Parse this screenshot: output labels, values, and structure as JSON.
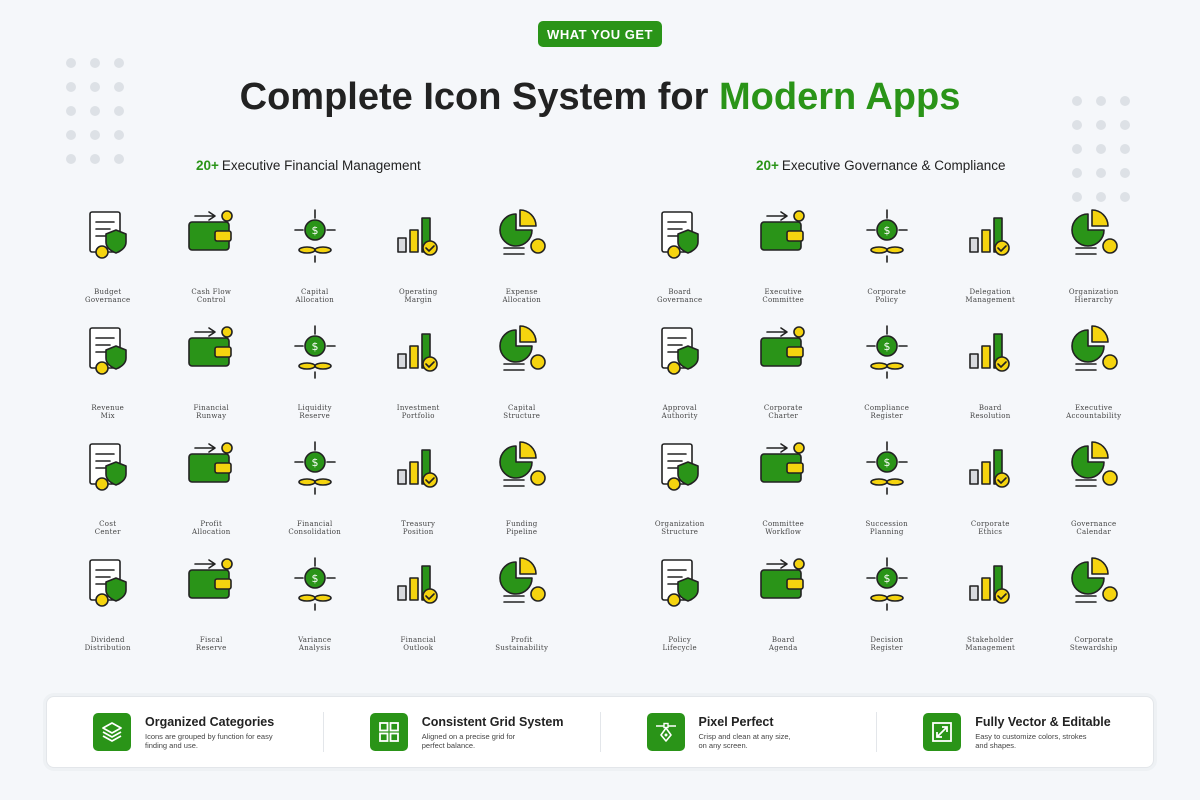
{
  "badge": "WHAT YOU GET",
  "title": {
    "main": "Complete Icon System for ",
    "accent": "Modern Apps"
  },
  "sections": [
    {
      "num": "20+",
      "title": "Executive Financial Management"
    },
    {
      "num": "20+",
      "title": "Executive Governance & Compliance"
    }
  ],
  "financial_icons": [
    {
      "line1": "Budget",
      "line2": "Governance",
      "icon": "budget-document-shield-icon"
    },
    {
      "line1": "Cash Flow",
      "line2": "Control",
      "icon": "wallet-arrows-icon"
    },
    {
      "line1": "Capital",
      "line2": "Allocation",
      "icon": "coins-arrows-icon"
    },
    {
      "line1": "Operating",
      "line2": "Margin",
      "icon": "bar-chart-badge-icon"
    },
    {
      "line1": "Expense",
      "line2": "Allocation",
      "icon": "pie-chart-list-icon"
    },
    {
      "line1": "Revenue",
      "line2": "Mix",
      "icon": "bars-pie-icon"
    },
    {
      "line1": "Financial",
      "line2": "Runway",
      "icon": "runway-dollar-icon"
    },
    {
      "line1": "Liquidity",
      "line2": "Reserve",
      "icon": "safe-drop-icon"
    },
    {
      "line1": "Investment",
      "line2": "Portfolio",
      "icon": "briefcase-chart-icon"
    },
    {
      "line1": "Capital",
      "line2": "Structure",
      "icon": "bank-building-icon"
    },
    {
      "line1": "Cost",
      "line2": "Center",
      "icon": "building-coin-icon"
    },
    {
      "line1": "Profit",
      "line2": "Allocation",
      "icon": "money-bag-people-icon"
    },
    {
      "line1": "Financial",
      "line2": "Consolidation",
      "icon": "documents-merge-icon"
    },
    {
      "line1": "Treasury",
      "line2": "Position",
      "icon": "safe-gauge-icon"
    },
    {
      "line1": "Funding",
      "line2": "Pipeline",
      "icon": "pipe-safe-icon"
    },
    {
      "line1": "Dividend",
      "line2": "Distribution",
      "icon": "money-bag-coins-icon"
    },
    {
      "line1": "Fiscal",
      "line2": "Reserve",
      "icon": "vault-star-icon"
    },
    {
      "line1": "Variance",
      "line2": "Analysis",
      "icon": "charts-magnifier-icon"
    },
    {
      "line1": "Financial",
      "line2": "Outlook",
      "icon": "browser-chart-icon"
    },
    {
      "line1": "Profit",
      "line2": "Sustainability",
      "icon": "coin-leaf-icon"
    }
  ],
  "governance_icons": [
    {
      "line1": "Board",
      "line2": "Governance",
      "icon": "board-table-icon"
    },
    {
      "line1": "Executive",
      "line2": "Committee",
      "icon": "committee-table-icon"
    },
    {
      "line1": "Corporate",
      "line2": "Policy",
      "icon": "policy-document-icon"
    },
    {
      "line1": "Delegation",
      "line2": "Management",
      "icon": "delegation-people-icon"
    },
    {
      "line1": "Organization",
      "line2": "Hierarchy",
      "icon": "hierarchy-people-icon"
    },
    {
      "line1": "Approval",
      "line2": "Authority",
      "icon": "document-shield-check-icon"
    },
    {
      "line1": "Corporate",
      "line2": "Charter",
      "icon": "charter-seal-icon"
    },
    {
      "line1": "Compliance",
      "line2": "Register",
      "icon": "cabinet-shield-icon"
    },
    {
      "line1": "Board",
      "line2": "Resolution",
      "icon": "resolution-document-icon"
    },
    {
      "line1": "Executive",
      "line2": "Accountability",
      "icon": "person-shield-magnifier-icon"
    },
    {
      "line1": "Organization",
      "line2": "Structure",
      "icon": "org-chart-icon"
    },
    {
      "line1": "Committee",
      "line2": "Workflow",
      "icon": "workflow-board-icon"
    },
    {
      "line1": "Succession",
      "line2": "Planning",
      "icon": "chair-successor-icon"
    },
    {
      "line1": "Corporate",
      "line2": "Ethics",
      "icon": "scales-shield-icon"
    },
    {
      "line1": "Governance",
      "line2": "Calendar",
      "icon": "calendar-bank-icon"
    },
    {
      "line1": "Policy",
      "line2": "Lifecycle",
      "icon": "document-cycle-icon"
    },
    {
      "line1": "Board",
      "line2": "Agenda",
      "icon": "clipboard-star-icon"
    },
    {
      "line1": "Decision",
      "line2": "Register",
      "icon": "binders-seal-icon"
    },
    {
      "line1": "Stakeholder",
      "line2": "Management",
      "icon": "stakeholders-eye-icon"
    },
    {
      "line1": "Corporate",
      "line2": "Stewardship",
      "icon": "building-shield-icon"
    }
  ],
  "features": [
    {
      "title": "Organized Categories",
      "desc1": "Icons are grouped by function for easy",
      "desc2": "finding and use.",
      "icon": "layers-icon"
    },
    {
      "title": "Consistent Grid System",
      "desc1": "Aligned on a precise grid for",
      "desc2": "perfect balance.",
      "icon": "grid-icon"
    },
    {
      "title": "Pixel Perfect",
      "desc1": "Crisp and clean at any size,",
      "desc2": "on any screen.",
      "icon": "pen-tool-icon"
    },
    {
      "title": "Fully Vector & Editable",
      "desc1": "Easy to customize colors, strokes",
      "desc2": "and shapes.",
      "icon": "resize-icon"
    }
  ],
  "colors": {
    "green": "#2a9418",
    "yellow": "#f5d40f",
    "gray": "#d8dade",
    "ink": "#222222"
  }
}
